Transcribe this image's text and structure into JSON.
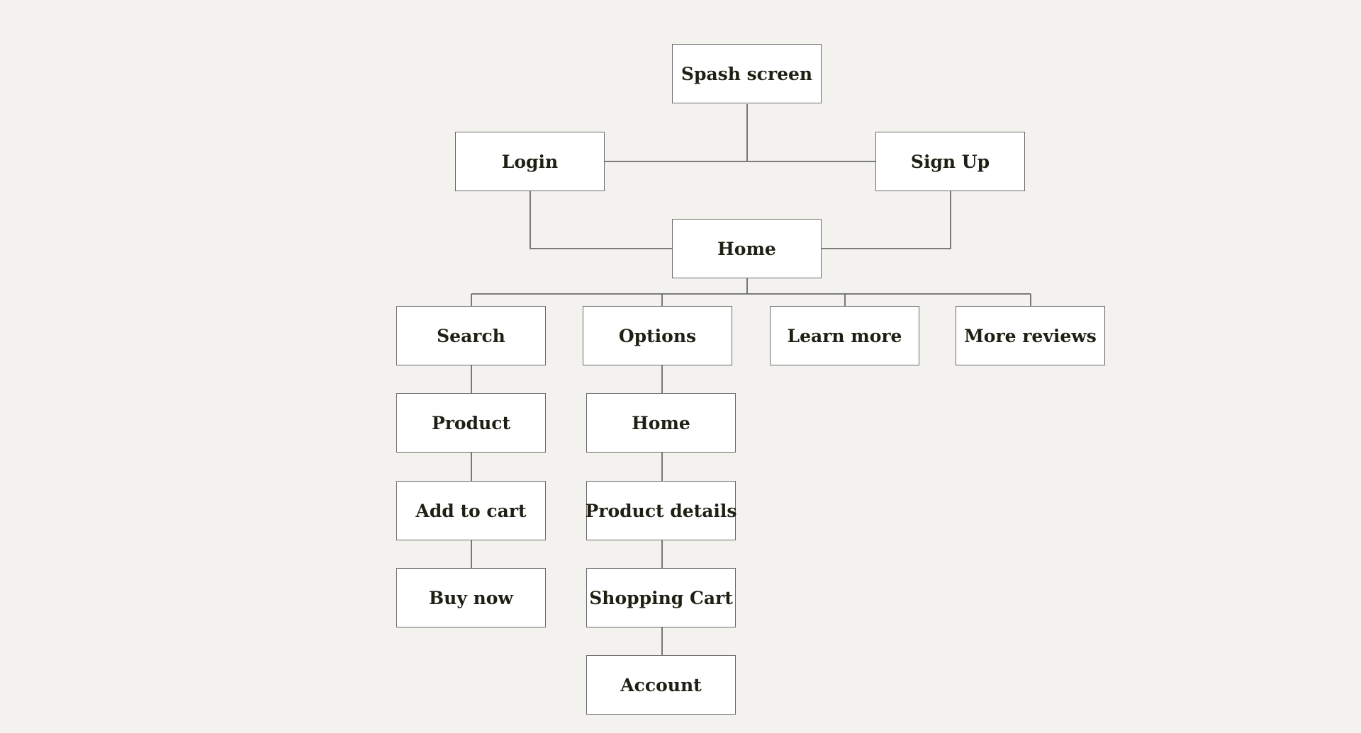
{
  "nodes": {
    "splash": "Spash screen",
    "login": "Login",
    "signup": "Sign Up",
    "home": "Home",
    "search": "Search",
    "options": "Options",
    "learn_more": "Learn more",
    "more_reviews": "More reviews",
    "product": "Product",
    "add_to_cart": "Add to cart",
    "buy_now": "Buy now",
    "options_home": "Home",
    "product_details": "Product details",
    "shopping_cart": "Shopping Cart",
    "account": "Account"
  },
  "colors": {
    "background": "#f3f2ee",
    "box_fill": "#ffffff",
    "box_border": "#6b6b6b",
    "text": "#1f1f14",
    "line": "#6b6b6b"
  }
}
